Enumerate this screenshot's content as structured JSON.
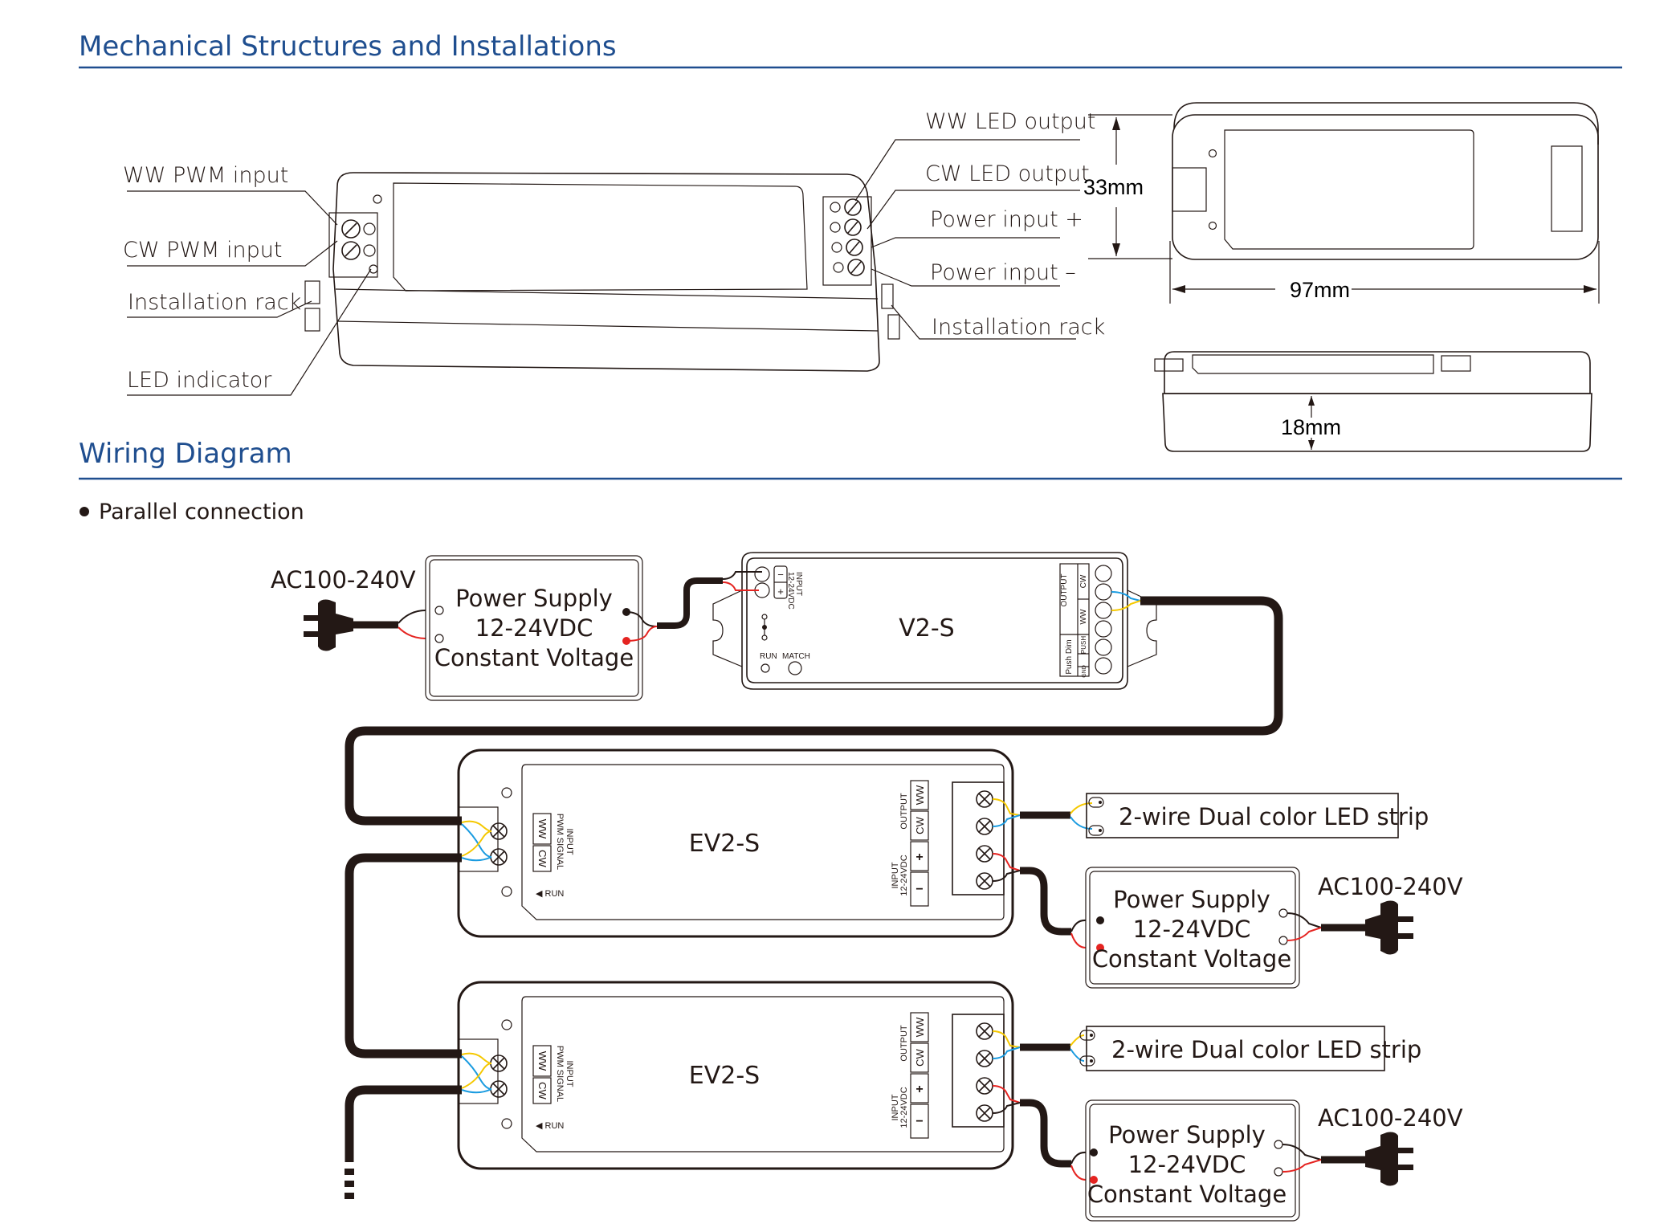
{
  "sections": {
    "mechanical_title": "Mechanical Structures and Installations",
    "wiring_title": "Wiring Diagram",
    "bullet": "Parallel connection"
  },
  "mechanical": {
    "left_labels": [
      "WW PWM input",
      "CW PWM input",
      "Installation rack",
      "LED indicator"
    ],
    "right_labels": [
      "WW LED output",
      "CW LED output",
      "Power input +",
      "Power input –",
      "Installation rack"
    ],
    "dimensions": {
      "height": "33mm",
      "length": "97mm",
      "depth": "18mm"
    }
  },
  "wiring": {
    "ac_label": "AC100-240V",
    "power_supply": {
      "line1": "Power Supply",
      "line2": "12-24VDC",
      "line3": "Constant Voltage"
    },
    "controller": {
      "name": "V2-S",
      "input_label": "INPUT",
      "input_voltage": "12-24VDC",
      "minus": "−",
      "plus": "+",
      "run": "RUN",
      "match": "MATCH",
      "output_label": "OUTPUT",
      "cw": "CW",
      "ww": "WW",
      "push_dim": "Push Dim",
      "push": "PUSH",
      "gnd": "GND"
    },
    "receiver": {
      "name": "EV2-S",
      "input_label": "INPUT",
      "pwm_signal": "PWM SIGNAL",
      "ww": "WW",
      "cw": "CW",
      "run": "◀ RUN",
      "output_label": "OUTPUT",
      "power_input": "INPUT",
      "power_voltage": "12-24VDC",
      "plus": "+",
      "minus": "−"
    },
    "led_strip": "2-wire Dual color LED strip"
  },
  "colors": {
    "heading": "#1f4e8f",
    "wire_red": "#e52421",
    "wire_yellow": "#f5c800",
    "wire_blue": "#1a9be0",
    "ink": "#231815"
  }
}
